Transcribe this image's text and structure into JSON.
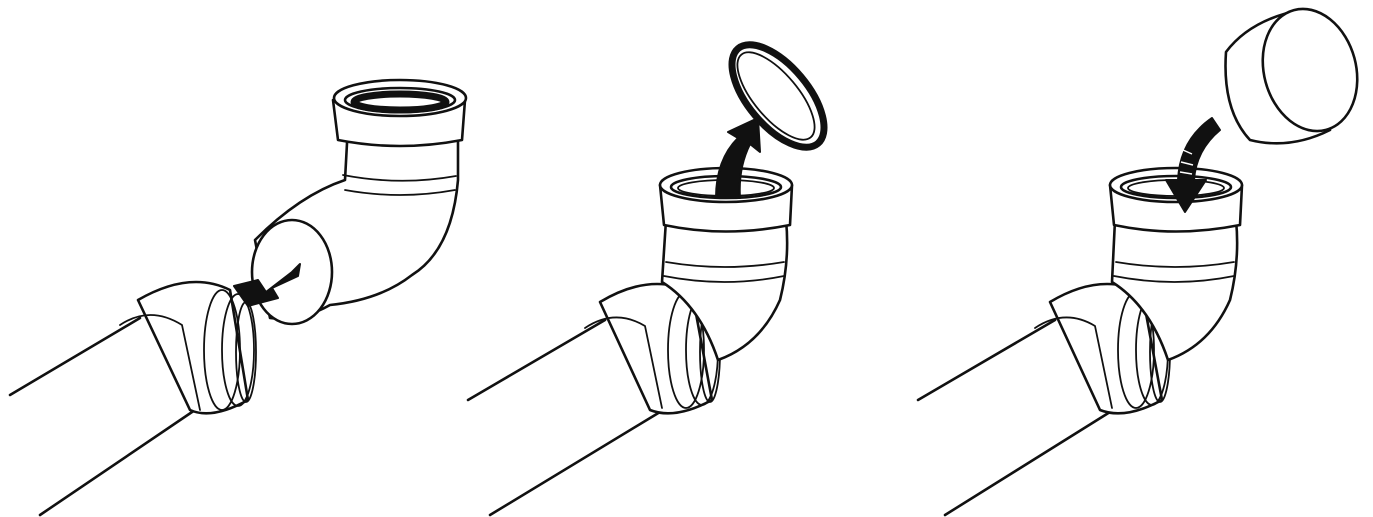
{
  "steps": [
    {
      "id": "step-1",
      "action": "insert-elbow-into-pipe-socket"
    },
    {
      "id": "step-2",
      "action": "remove-seal-ring"
    },
    {
      "id": "step-3",
      "action": "insert-cap-into-socket"
    }
  ],
  "colors": {
    "line": "#111111",
    "background": "#ffffff"
  },
  "icons": [
    "arrow-left-icon",
    "arrow-up-icon",
    "arrow-down-icon"
  ]
}
